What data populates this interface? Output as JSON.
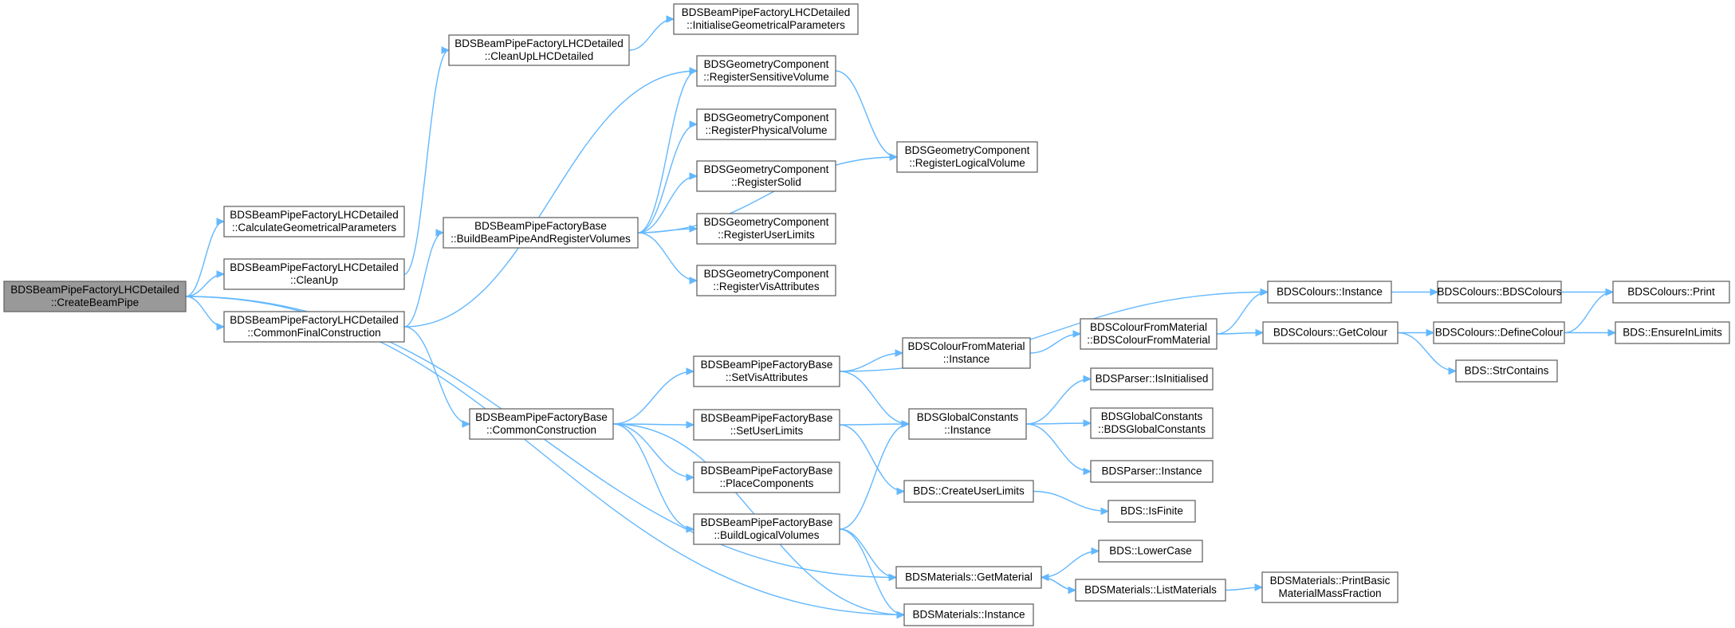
{
  "colors": {
    "edge": "#63b8ff",
    "root_fill": "#999999",
    "node_border": "#666666"
  },
  "nodes": [
    {
      "id": "n1",
      "lines": [
        "BDSBeamPipeFactoryLHCDetailed",
        "::CreateBeamPipe"
      ],
      "root": true
    },
    {
      "id": "n2",
      "lines": [
        "BDSBeamPipeFactoryLHCDetailed",
        "::CalculateGeometricalParameters"
      ]
    },
    {
      "id": "n3",
      "lines": [
        "BDSBeamPipeFactoryLHCDetailed",
        "::CleanUp"
      ]
    },
    {
      "id": "n4",
      "lines": [
        "BDSBeamPipeFactoryLHCDetailed",
        "::CommonFinalConstruction"
      ]
    },
    {
      "id": "n5",
      "lines": [
        "BDSBeamPipeFactoryLHCDetailed",
        "::CleanUpLHCDetailed"
      ]
    },
    {
      "id": "n6",
      "lines": [
        "BDSBeamPipeFactoryLHCDetailed",
        "::InitialiseGeometricalParameters"
      ]
    },
    {
      "id": "n7",
      "lines": [
        "BDSGeometryComponent",
        "::RegisterSensitiveVolume"
      ]
    },
    {
      "id": "n8",
      "lines": [
        "BDSGeometryComponent",
        "::RegisterPhysicalVolume"
      ]
    },
    {
      "id": "n9",
      "lines": [
        "BDSGeometryComponent",
        "::RegisterSolid"
      ]
    },
    {
      "id": "n10",
      "lines": [
        "BDSGeometryComponent",
        "::RegisterUserLimits"
      ]
    },
    {
      "id": "n11",
      "lines": [
        "BDSGeometryComponent",
        "::RegisterVisAttributes"
      ]
    },
    {
      "id": "n12",
      "lines": [
        "BDSGeometryComponent",
        "::RegisterLogicalVolume"
      ]
    },
    {
      "id": "n13",
      "lines": [
        "BDSBeamPipeFactoryBase",
        "::BuildBeamPipeAndRegisterVolumes"
      ]
    },
    {
      "id": "n14",
      "lines": [
        "BDSBeamPipeFactoryBase",
        "::CommonConstruction"
      ]
    },
    {
      "id": "n15",
      "lines": [
        "BDSBeamPipeFactoryBase",
        "::SetVisAttributes"
      ]
    },
    {
      "id": "n16",
      "lines": [
        "BDSBeamPipeFactoryBase",
        "::SetUserLimits"
      ]
    },
    {
      "id": "n17",
      "lines": [
        "BDSBeamPipeFactoryBase",
        "::PlaceComponents"
      ]
    },
    {
      "id": "n18",
      "lines": [
        "BDSBeamPipeFactoryBase",
        "::BuildLogicalVolumes"
      ]
    },
    {
      "id": "n19",
      "lines": [
        "BDSColours::Instance"
      ]
    },
    {
      "id": "n20",
      "lines": [
        "BDSColourFromMaterial",
        "::Instance"
      ]
    },
    {
      "id": "n21",
      "lines": [
        "BDSColourFromMaterial",
        "::BDSColourFromMaterial"
      ]
    },
    {
      "id": "n22",
      "lines": [
        "BDSColours::BDSColours"
      ]
    },
    {
      "id": "n23",
      "lines": [
        "BDSColours::Print"
      ]
    },
    {
      "id": "n24",
      "lines": [
        "BDSColours::GetColour"
      ]
    },
    {
      "id": "n25",
      "lines": [
        "BDSColours::DefineColour"
      ]
    },
    {
      "id": "n26",
      "lines": [
        "BDS::EnsureInLimits"
      ]
    },
    {
      "id": "n27",
      "lines": [
        "BDS::StrContains"
      ]
    },
    {
      "id": "n28",
      "lines": [
        "BDSGlobalConstants",
        "::Instance"
      ]
    },
    {
      "id": "n29",
      "lines": [
        "BDSParser::IsInitialised"
      ]
    },
    {
      "id": "n30",
      "lines": [
        "BDSGlobalConstants",
        "::BDSGlobalConstants"
      ]
    },
    {
      "id": "n31",
      "lines": [
        "BDSParser::Instance"
      ]
    },
    {
      "id": "n32",
      "lines": [
        "BDS::CreateUserLimits"
      ]
    },
    {
      "id": "n33",
      "lines": [
        "BDS::IsFinite"
      ]
    },
    {
      "id": "n34",
      "lines": [
        "BDSMaterials::GetMaterial"
      ]
    },
    {
      "id": "n35",
      "lines": [
        "BDS::LowerCase"
      ]
    },
    {
      "id": "n36",
      "lines": [
        "BDSMaterials::ListMaterials"
      ]
    },
    {
      "id": "n37",
      "lines": [
        "BDSMaterials::PrintBasic",
        "MaterialMassFraction"
      ]
    },
    {
      "id": "n38",
      "lines": [
        "BDSMaterials::Instance"
      ]
    }
  ],
  "edges": [
    [
      "n1",
      "n2"
    ],
    [
      "n1",
      "n3"
    ],
    [
      "n1",
      "n4"
    ],
    [
      "n1",
      "n34"
    ],
    [
      "n1",
      "n38"
    ],
    [
      "n3",
      "n5"
    ],
    [
      "n5",
      "n6"
    ],
    [
      "n4",
      "n7"
    ],
    [
      "n4",
      "n13"
    ],
    [
      "n4",
      "n14"
    ],
    [
      "n13",
      "n7"
    ],
    [
      "n13",
      "n8"
    ],
    [
      "n13",
      "n9"
    ],
    [
      "n13",
      "n10"
    ],
    [
      "n13",
      "n11"
    ],
    [
      "n13",
      "n12"
    ],
    [
      "n7",
      "n12"
    ],
    [
      "n14",
      "n15"
    ],
    [
      "n14",
      "n16"
    ],
    [
      "n14",
      "n17"
    ],
    [
      "n14",
      "n18"
    ],
    [
      "n14",
      "n38"
    ],
    [
      "n15",
      "n19"
    ],
    [
      "n15",
      "n20"
    ],
    [
      "n15",
      "n28"
    ],
    [
      "n20",
      "n21"
    ],
    [
      "n21",
      "n19"
    ],
    [
      "n21",
      "n24"
    ],
    [
      "n19",
      "n22"
    ],
    [
      "n22",
      "n23"
    ],
    [
      "n24",
      "n25"
    ],
    [
      "n24",
      "n27"
    ],
    [
      "n25",
      "n23"
    ],
    [
      "n25",
      "n26"
    ],
    [
      "n16",
      "n28"
    ],
    [
      "n16",
      "n32"
    ],
    [
      "n32",
      "n33"
    ],
    [
      "n28",
      "n29"
    ],
    [
      "n28",
      "n30"
    ],
    [
      "n28",
      "n31"
    ],
    [
      "n18",
      "n28"
    ],
    [
      "n18",
      "n34"
    ],
    [
      "n18",
      "n38"
    ],
    [
      "n34",
      "n35"
    ],
    [
      "n34",
      "n36"
    ],
    [
      "n36",
      "n34"
    ],
    [
      "n36",
      "n37"
    ]
  ]
}
